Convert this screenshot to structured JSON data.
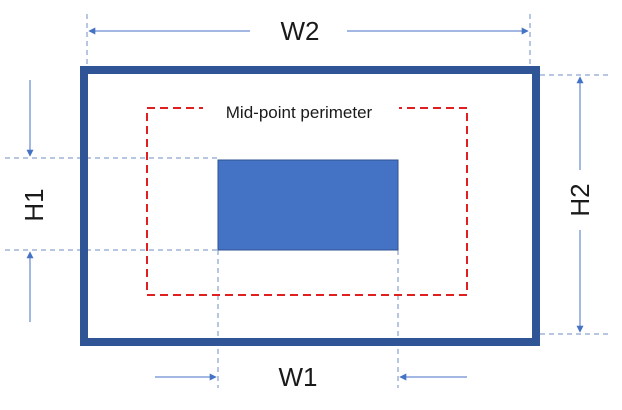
{
  "diagram": {
    "labels": {
      "w2": "W2",
      "h2": "H2",
      "h1": "H1",
      "w1": "W1",
      "midpoint": "Mid-point perimeter"
    },
    "colors": {
      "outer_border": "#2f5597",
      "inner_fill": "#4472c4",
      "inner_stroke": "#2f528f",
      "midpoint_dash": "#e02020",
      "dim_line": "#6f8fc4",
      "arrow": "#4472c4"
    }
  }
}
